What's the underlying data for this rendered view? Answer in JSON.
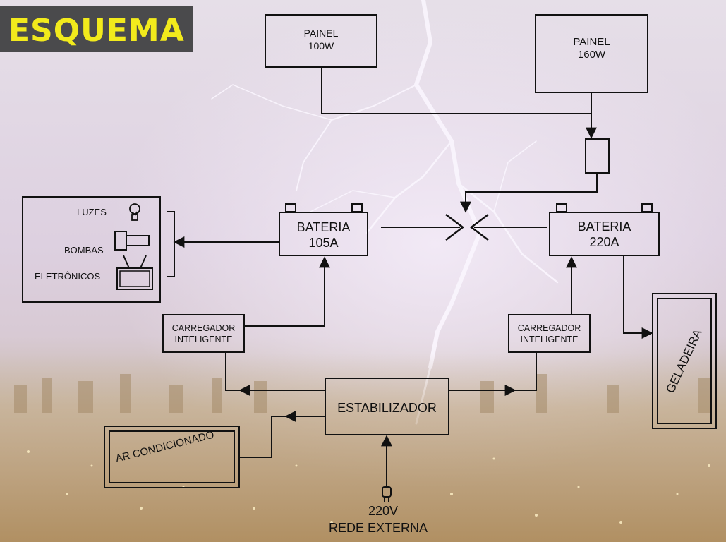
{
  "title": "ESQUEMA",
  "panel_a": {
    "line1": "PAINEL",
    "line2": "100W"
  },
  "panel_b": {
    "line1": "PAINEL",
    "line2": "160W"
  },
  "battery_a": {
    "line1": "BATERIA",
    "line2": "105A"
  },
  "battery_b": {
    "line1": "BATERIA",
    "line2": "220A"
  },
  "loads": {
    "luzes": "LUZES",
    "bombas": "BOMBAS",
    "eletronicos": "ELETRÔNICOS"
  },
  "charger_a": {
    "line1": "CARREGADOR",
    "line2": "INTELIGENTE"
  },
  "charger_b": {
    "line1": "CARREGADOR",
    "line2": "INTELIGENTE"
  },
  "stabilizer": "ESTABILIZADOR",
  "ac": "AR CONDICIONADO",
  "fridge": "GELADEIRA",
  "mains": {
    "voltage": "220V",
    "label": "REDE EXTERNA"
  },
  "colors": {
    "title_bg": "#4a4a4c",
    "title_text": "#f2ea1c",
    "line": "#111111"
  }
}
